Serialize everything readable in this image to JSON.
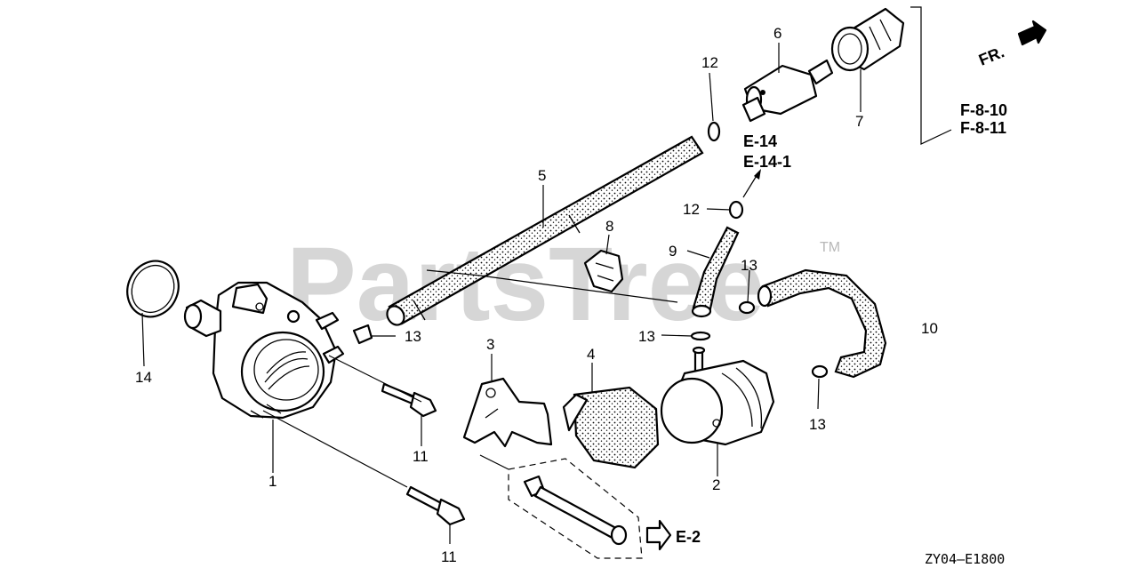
{
  "watermark": {
    "text": "PartsTree",
    "trademark": "TM"
  },
  "orientation": {
    "label": "FR."
  },
  "callouts": {
    "c1": "1",
    "c2": "2",
    "c3": "3",
    "c4": "4",
    "c5": "5",
    "c6": "6",
    "c7": "7",
    "c8": "8",
    "c9": "9",
    "c10": "10",
    "c11a": "11",
    "c11b": "11",
    "c12a": "12",
    "c12b": "12",
    "c13a": "13",
    "c13b": "13",
    "c13c": "13",
    "c13d": "13",
    "c14": "14"
  },
  "references": {
    "e14": "E-14",
    "e14_1": "E-14-1",
    "f8_10": "F-8-10",
    "f8_11": "F-8-11",
    "e2": "E-2"
  },
  "diagram_code": "ZY04—E1800"
}
